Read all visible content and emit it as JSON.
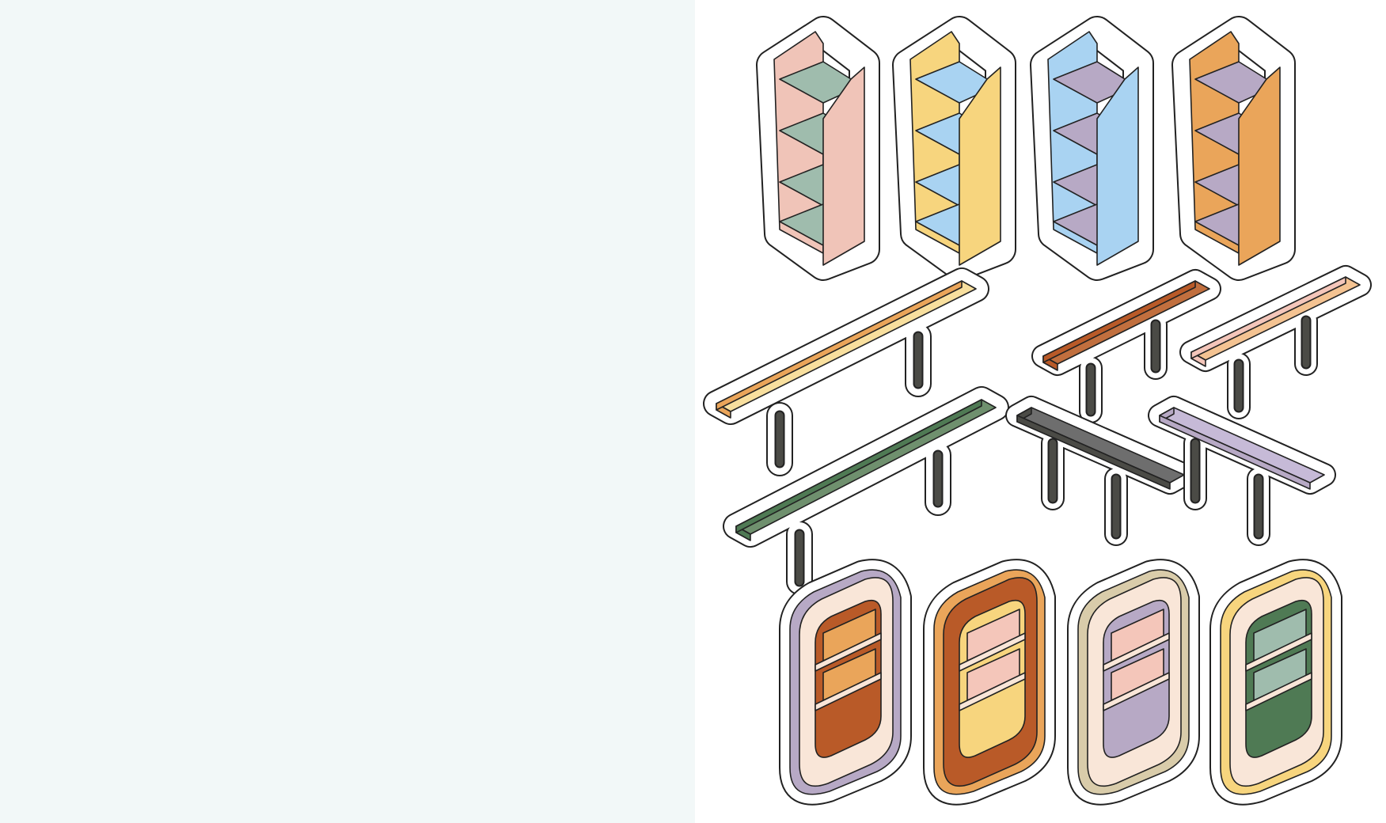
{
  "canvas": {
    "left_panel_color": "#f2f8f8",
    "right_panel_color": "#ffffff"
  },
  "palette": {
    "outline": "#222222",
    "sticker": "#ffffff",
    "leg": "#4b4b46",
    "pink": "#f0c4b8",
    "sage": "#9fbcad",
    "yellow": "#f7d57e",
    "sky": "#a9d3f2",
    "lavender": "#b7a9c5",
    "orange": "#eaa55a",
    "butter": "#f8df9e",
    "forest": "#6f906e",
    "rust": "#c16f3e",
    "peach": "#f4c392",
    "charcoal": "#6e6e6e",
    "lilac": "#c6bad7",
    "cream": "#f9e6d8",
    "burnt": "#b95a28",
    "sand": "#d9ccaa",
    "darkgreen": "#4f7a54",
    "blush": "#f4c6ba"
  },
  "stickers": {
    "tall_shelves": [
      {
        "name": "pink-sage",
        "body": "pink",
        "side": "pink",
        "shelf": "sage"
      },
      {
        "name": "yellow-sky",
        "body": "yellow",
        "side": "yellow",
        "shelf": "sky"
      },
      {
        "name": "sky-lavender",
        "body": "sky",
        "side": "sky",
        "shelf": "lavender"
      },
      {
        "name": "orange-lavender",
        "body": "orange",
        "side": "orange",
        "shelf": "lavender"
      }
    ],
    "benches": [
      {
        "name": "butter-long",
        "top": "butter",
        "edge": "orange"
      },
      {
        "name": "forest-long",
        "top": "forest",
        "edge": "darkgreen"
      },
      {
        "name": "rust-short",
        "top": "rust",
        "edge": "burnt"
      },
      {
        "name": "peach-short",
        "top": "peach",
        "edge": "blush"
      },
      {
        "name": "charcoal-short",
        "top": "charcoal",
        "edge": "leg"
      },
      {
        "name": "lilac-short",
        "top": "lilac",
        "edge": "lavender"
      }
    ],
    "rounded_cabinets": [
      {
        "name": "lavender-orange",
        "frame": "cream",
        "side": "lavender",
        "interior": "burnt",
        "shelf": "cream",
        "back": "orange"
      },
      {
        "name": "orange-pink",
        "frame": "burnt",
        "side": "orange",
        "interior": "yellow",
        "shelf": "cream",
        "back": "blush"
      },
      {
        "name": "cream-lavender",
        "frame": "cream",
        "side": "sand",
        "interior": "lavender",
        "shelf": "cream",
        "back": "blush"
      },
      {
        "name": "yellow-green",
        "frame": "cream",
        "side": "yellow",
        "interior": "darkgreen",
        "shelf": "cream",
        "back": "sage"
      }
    ]
  }
}
